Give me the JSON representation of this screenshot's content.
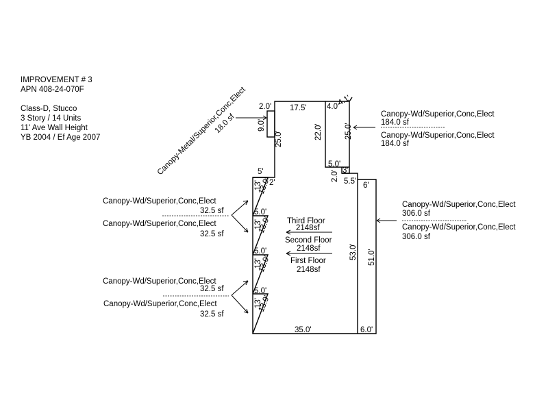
{
  "header": {
    "improvement": "IMPROVEMENT # 3",
    "apn": "APN 408-24-070F",
    "class": "Class-D, Stucco",
    "stories": "3 Story / 14 Units",
    "wall_height": "11' Ave Wall Height",
    "year_built": "YB 2004 / Ef Age 2007"
  },
  "canopies": {
    "metal_top": {
      "label": "Canopy-Metal/Superior,Conc,Elect",
      "area": "18.0 sf"
    },
    "top_right_upper": {
      "label": "Canopy-Wd/Superior,Conc,Elect",
      "area": "184.0 sf"
    },
    "top_right_lower": {
      "label": "Canopy-Wd/Superior,Conc,Elect",
      "area": "184.0 sf"
    },
    "left_1_upper": {
      "label": "Canopy-Wd/Superior,Conc,Elect",
      "area": "32.5 sf"
    },
    "left_1_lower": {
      "label": "Canopy-Wd/Superior,Conc,Elect",
      "area": "32.5 sf"
    },
    "left_2_upper": {
      "label": "Canopy-Wd/Superior,Conc,Elect",
      "area": "32.5 sf"
    },
    "left_2_lower": {
      "label": "Canopy-Wd/Superior,Conc,Elect",
      "area": "32.5 sf"
    },
    "right_upper": {
      "label": "Canopy-Wd/Superior,Conc,Elect",
      "area": "306.0 sf"
    },
    "right_lower": {
      "label": "Canopy-Wd/Superior,Conc,Elect",
      "area": "306.0 sf"
    }
  },
  "floors": {
    "third": {
      "name": "Third Floor",
      "area": "2148sf"
    },
    "second": {
      "name": "Second Floor",
      "area": "2148sf"
    },
    "first": {
      "name": "First Floor",
      "area": "2148sf"
    }
  },
  "dimensions": {
    "top_left_small": "2.0'",
    "top_width": "17.5'",
    "top_right_small": "4.0'",
    "top_right_diag": "4.1'",
    "metal_canopy_height": "9.0'",
    "left_wing_height": "25.0'",
    "right_wing_height": "22.0'",
    "right_outer_height": "25.0'",
    "notch_width": "5.0'",
    "notch_right": "3'",
    "notch_height": "2.0'",
    "step_right": "5.5'",
    "left_step": "5'",
    "left_step_2": "2'",
    "canopy_inner_width": "6'",
    "bay_height": "13'",
    "bay_diag": "13.9'",
    "bay_offset": "5.0'",
    "main_height": "53.0'",
    "right_canopy_height": "51.0'",
    "bottom_width": "35.0'",
    "bottom_right": "6.0'"
  }
}
